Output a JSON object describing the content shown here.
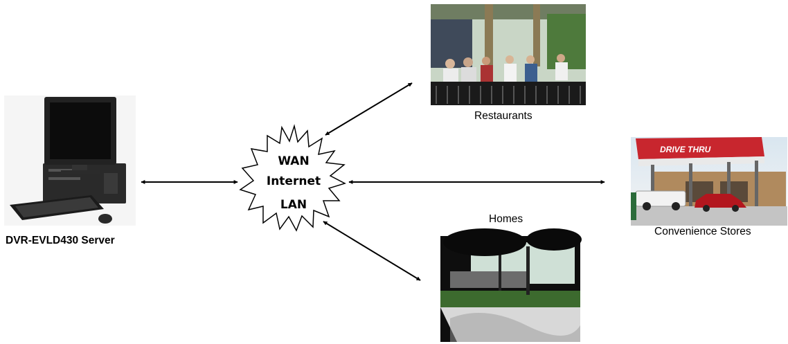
{
  "hub": {
    "lines": [
      "WAN",
      "Internet",
      "LAN"
    ]
  },
  "nodes": {
    "server": {
      "label": "DVR-EVLD430 Server",
      "image": "desktop-computer-photo"
    },
    "restaurants": {
      "label": "Restaurants",
      "image": "restaurant-patio-photo"
    },
    "convenience": {
      "label": "Convenience Stores",
      "image": "drive-thru-store-photo",
      "sign_text": "DRIVE THRU"
    },
    "homes": {
      "label": "Homes",
      "image": "residential-courtyard-photo"
    }
  },
  "connections": [
    {
      "from": "server",
      "to": "hub",
      "style": "double-arrow"
    },
    {
      "from": "hub",
      "to": "restaurants",
      "style": "double-arrow"
    },
    {
      "from": "hub",
      "to": "convenience",
      "style": "double-arrow"
    },
    {
      "from": "hub",
      "to": "homes",
      "style": "double-arrow"
    }
  ],
  "colors": {
    "line": "#000000",
    "hub_fill": "#ffffff",
    "awning": "#c8262e"
  }
}
